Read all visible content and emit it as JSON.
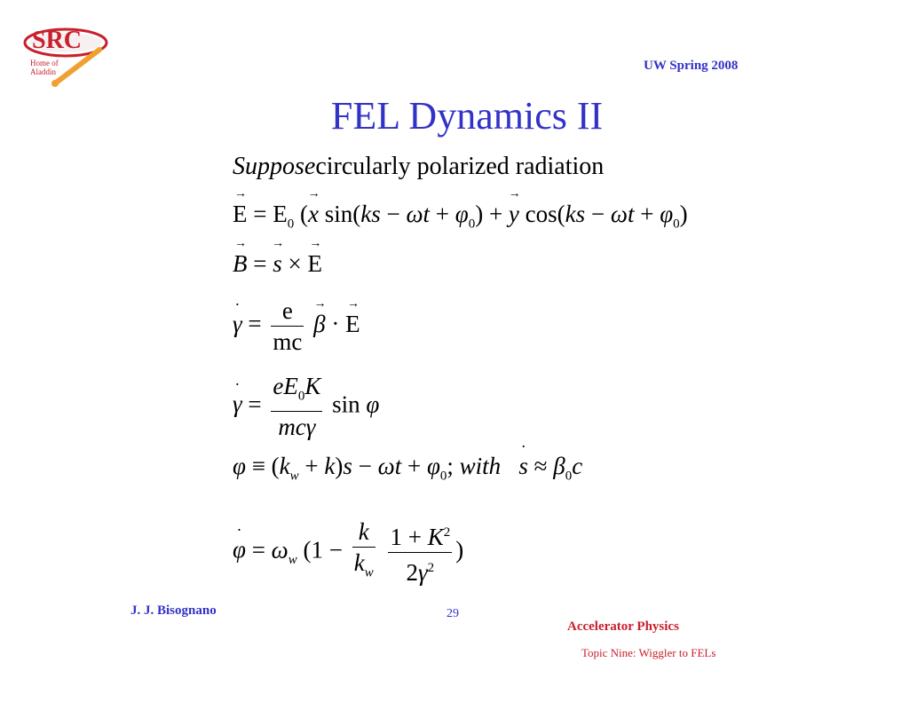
{
  "logo": {
    "text": "SRC",
    "subtitle": "Home of Aladdin",
    "color": "#c8202c"
  },
  "header": {
    "term": "UW Spring 2008"
  },
  "slide": {
    "title": "FEL Dynamics II",
    "intro_italic": "Suppose",
    "intro_rest": "circularly polarized radiation"
  },
  "footer": {
    "author": "J. J. Bisognano",
    "page_number": "29",
    "course": "Accelerator Physics",
    "topic": "Topic Nine: Wiggler to FELs"
  },
  "colors": {
    "accent_blue": "#3232c8",
    "accent_red": "#c8202c"
  }
}
